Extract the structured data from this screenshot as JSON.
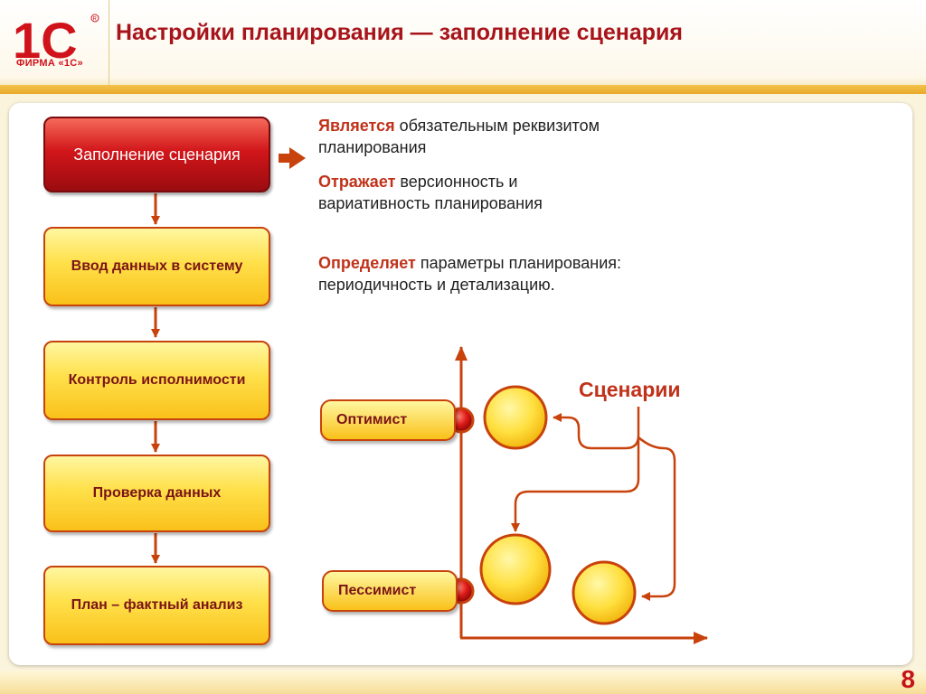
{
  "header": {
    "logo_text": "1С",
    "logo_caption": "ФИРМА «1С»",
    "title": "Настройки планирования — заполнение сценария"
  },
  "steps": [
    {
      "label": "Заполнение сценария",
      "style": "active"
    },
    {
      "label": "Ввод данных в систему",
      "style": "normal"
    },
    {
      "label": "Контроль исполнимости",
      "style": "normal"
    },
    {
      "label": "Проверка данных",
      "style": "normal"
    },
    {
      "label": "План – фактный анализ",
      "style": "normal"
    }
  ],
  "descriptions": [
    {
      "keyword": "Является",
      "text": " обязательным реквизитом планирования"
    },
    {
      "keyword": "Отражает",
      "text": " версионность и вариативность планирования"
    },
    {
      "keyword": "Определяет",
      "text": " параметры планирования: периодичность и детализацию."
    }
  ],
  "scenarios": {
    "title": "Сценарии",
    "optimist": "Оптимист",
    "pessimist": "Пессимист"
  },
  "page_number": "8",
  "colors": {
    "brand_red": "#c41218",
    "accent_orange": "#c8420c",
    "step_yellow": "#ffe04a",
    "highlight_text": "#c0321a"
  }
}
